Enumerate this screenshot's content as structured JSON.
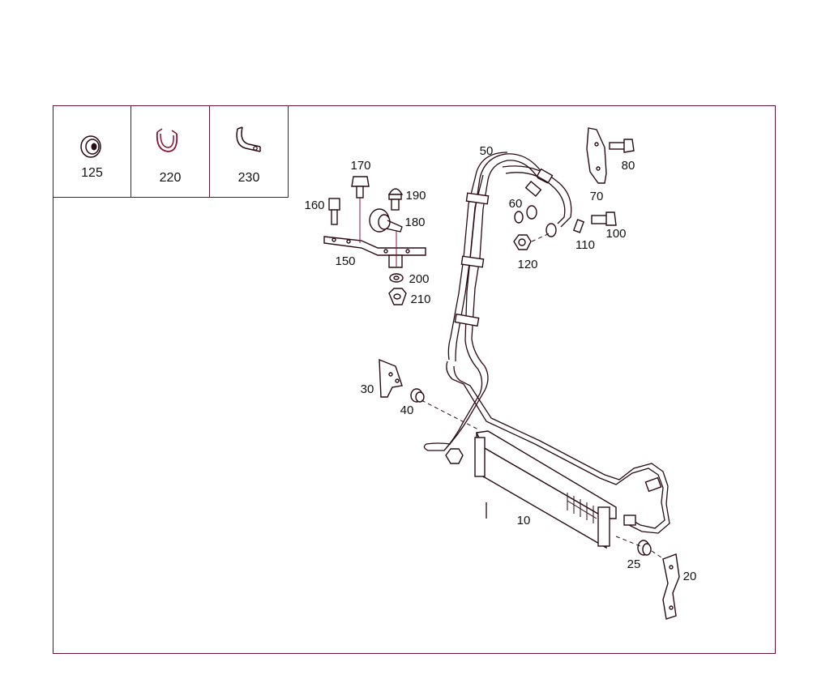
{
  "legend_cells": [
    {
      "label": "125",
      "icon": "grommet-icon"
    },
    {
      "label": "220",
      "icon": "hose-clamp-icon"
    },
    {
      "label": "230",
      "icon": "pipe-clip-icon"
    }
  ],
  "callouts": {
    "p10": "10",
    "p20": "20",
    "p25": "25",
    "p30": "30",
    "p40": "40",
    "p50": "50",
    "p60": "60",
    "p70": "70",
    "p80": "80",
    "p100": "100",
    "p110": "110",
    "p120": "120",
    "p150": "150",
    "p160": "160",
    "p170": "170",
    "p180": "180",
    "p190": "190",
    "p200": "200",
    "p210": "210"
  },
  "colors": {
    "frame": "#6a1030",
    "line": "#2a0a14",
    "leader": "#8a1030"
  }
}
